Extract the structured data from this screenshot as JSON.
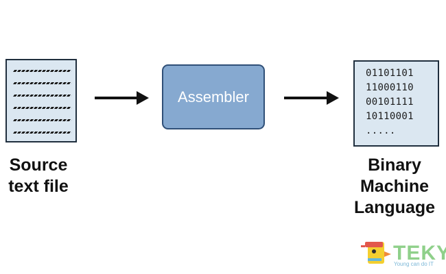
{
  "source": {
    "label_line1": "Source",
    "label_line2": "text file",
    "text_lines": 6
  },
  "assembler": {
    "label": "Assembler"
  },
  "binary": {
    "lines": [
      "01101101",
      "11000110",
      "00101111",
      "10110001",
      "....."
    ],
    "label_line1": "Binary",
    "label_line2": "Machine",
    "label_line3": "Language"
  },
  "logo": {
    "text": "TEKY",
    "tagline": "Young can do IT",
    "text_color": "#8fd08a",
    "tagline_color": "#7cb8d8"
  },
  "colors": {
    "box_fill": "#dbe7f1",
    "assembler_fill": "#86a9d0",
    "assembler_border": "#2f4f77"
  }
}
